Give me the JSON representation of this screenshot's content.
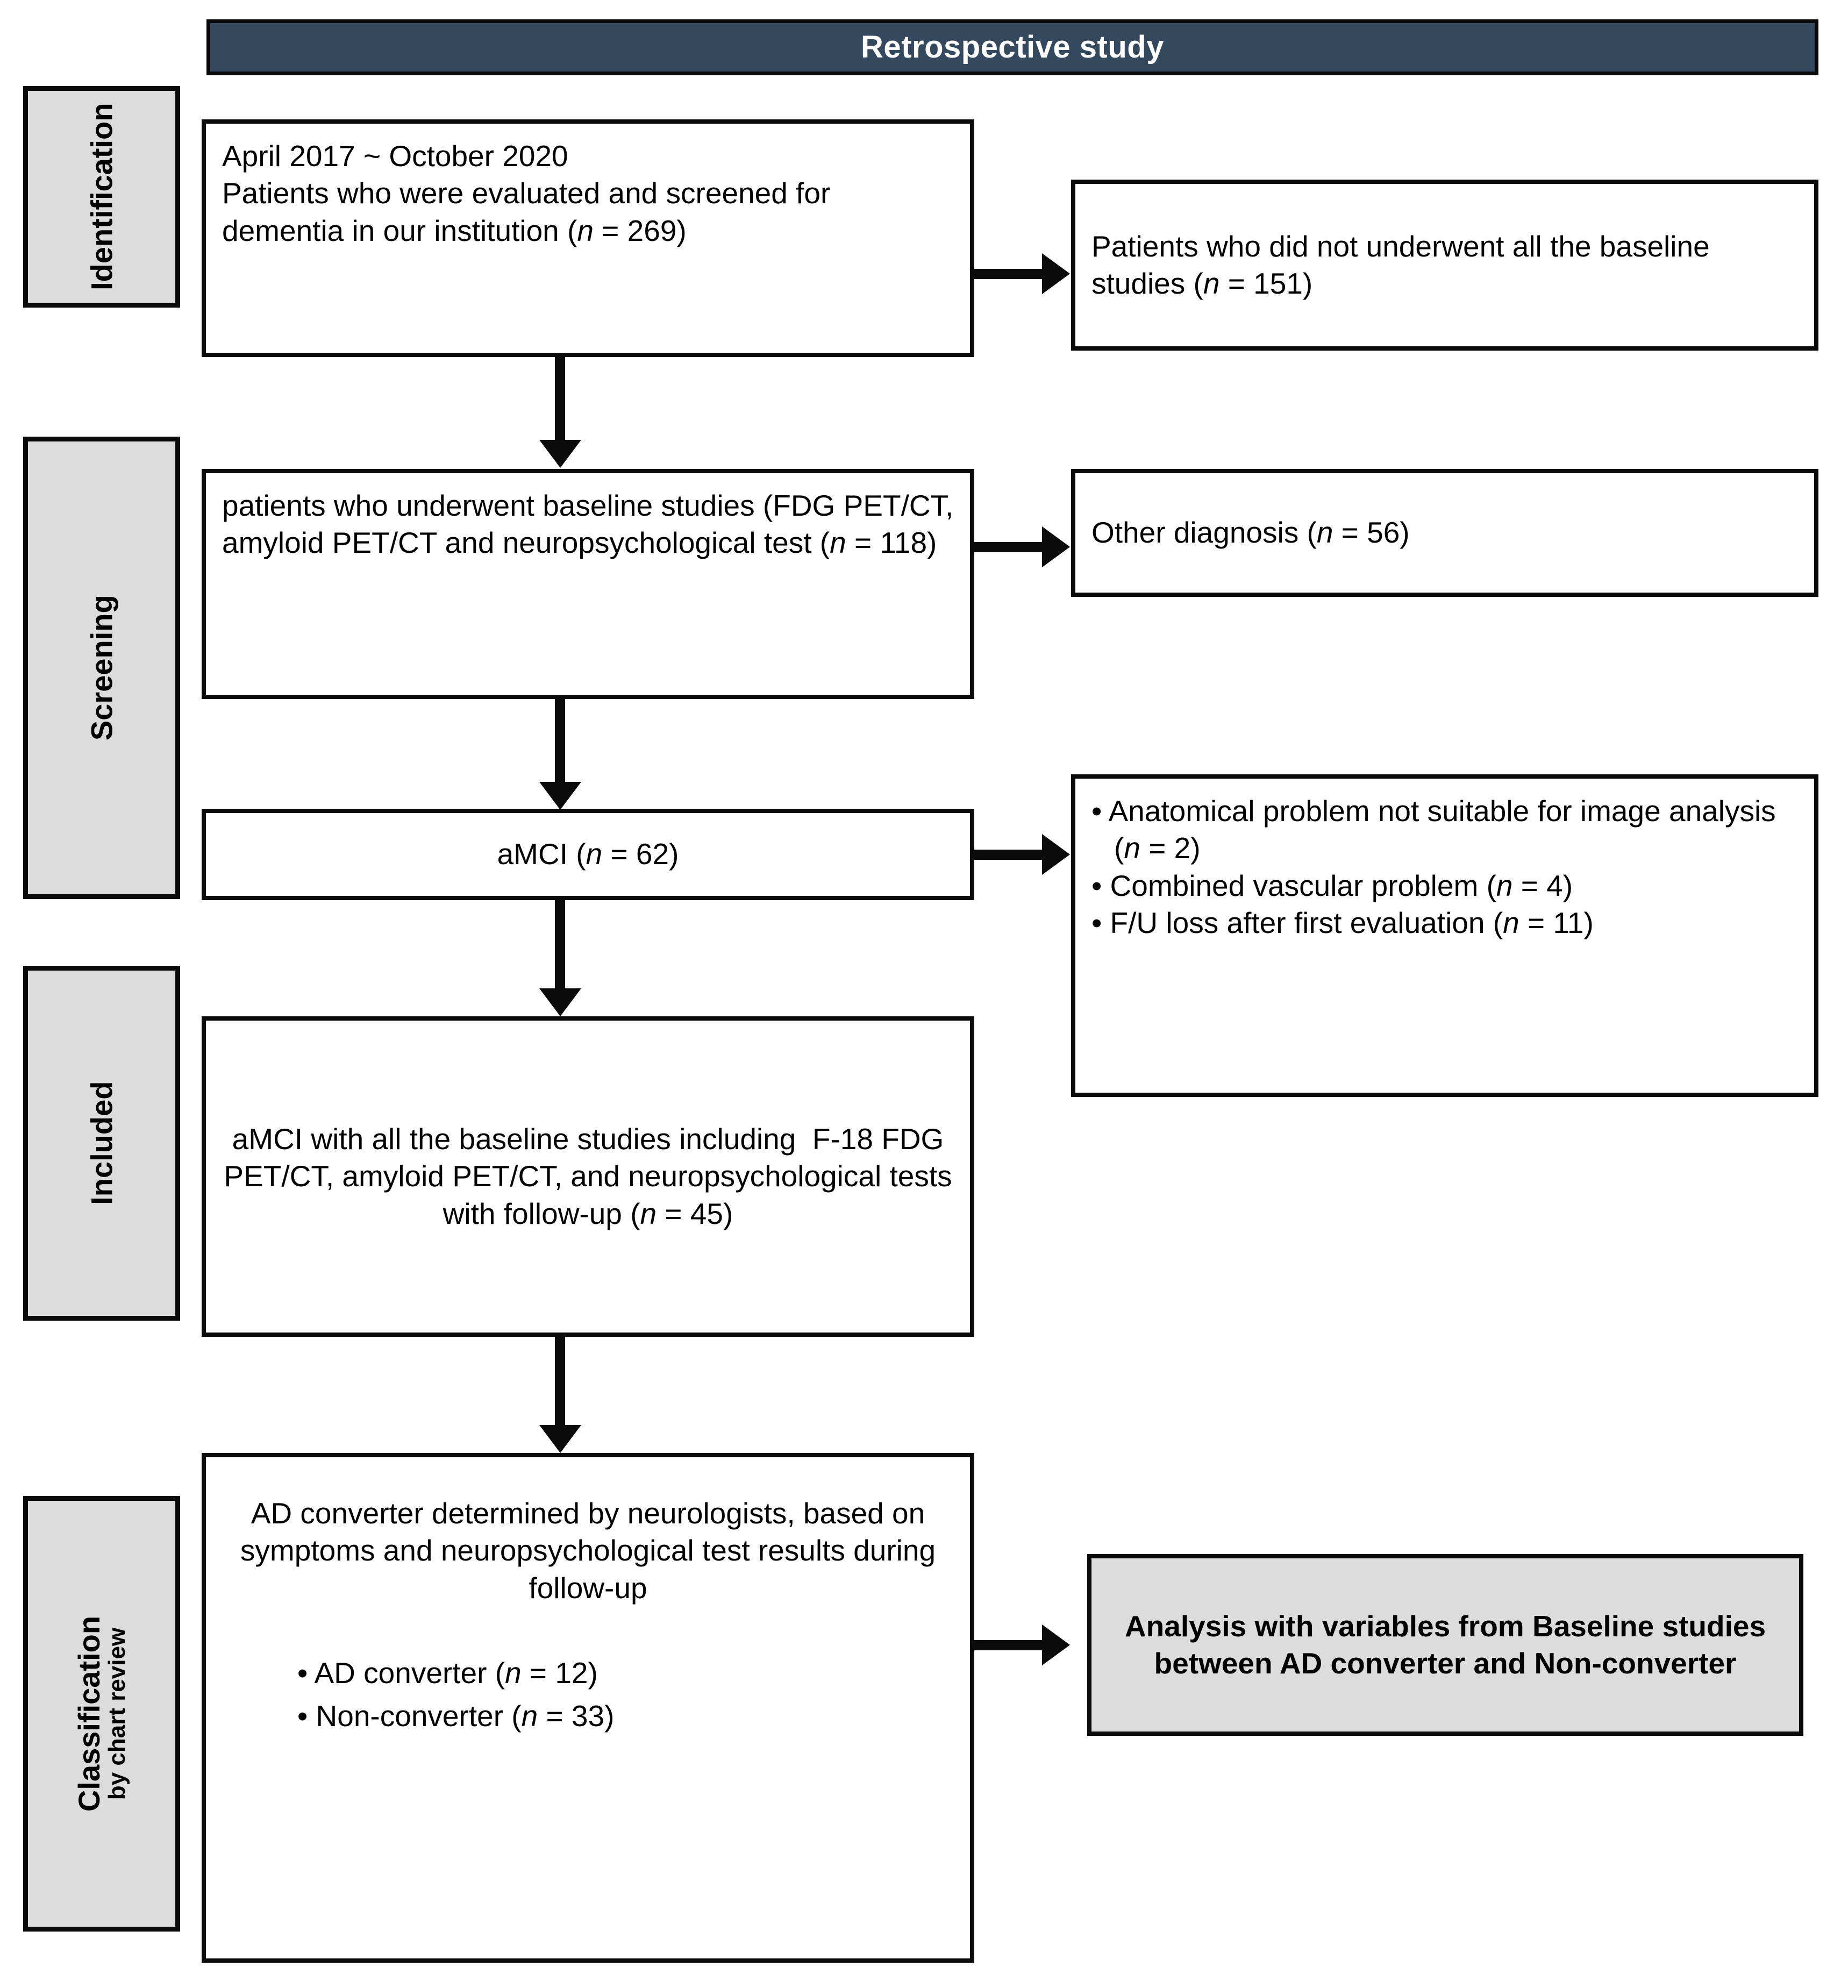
{
  "header": {
    "title": "Retrospective study",
    "background_color": "#35495e",
    "text_color": "#ffffff"
  },
  "stages": [
    {
      "label": "Identification",
      "sublabel": ""
    },
    {
      "label": "Screening",
      "sublabel": ""
    },
    {
      "label": "Included",
      "sublabel": ""
    },
    {
      "label": "Classification",
      "sublabel": "by chart review"
    }
  ],
  "flow": {
    "identification_box": "April 2017 ~ October 2020\nPatients who were evaluated and screened for dementia in our institution (n = 269)",
    "excluded_baseline_box": "Patients who did not underwent all the baseline studies (n = 151)",
    "baseline_box": "patients who underwent baseline studies (FDG PET/CT,  amyloid PET/CT and neuropsychological test (n = 118)",
    "other_diagnosis_box": "Other diagnosis (n = 56)",
    "amci_box": "aMCI (n = 62)",
    "exclusion_bullets": [
      "• Anatomical problem not suitable for image analysis (n = 2)",
      "• Combined vascular problem (n = 4)",
      "• F/U loss after first evaluation (n = 11)"
    ],
    "included_box": "aMCI with all the baseline studies including  F-18 FDG PET/CT, amyloid PET/CT, and neuropsychological tests with follow-up (n = 45)",
    "classification_box": "AD converter determined by neurologists, based on symptoms and neuropsychological test results during follow-up",
    "classification_bullets": [
      "•  AD converter (n = 12)",
      "•  Non-converter (n = 33)"
    ],
    "analysis_box": "Analysis with variables from Baseline studies between AD converter and Non-converter"
  },
  "counts": {
    "screened": 269,
    "excluded_incomplete_baseline": 151,
    "underwent_baseline": 118,
    "other_diagnosis": 56,
    "amci": 62,
    "excluded_anatomical": 2,
    "excluded_vascular": 4,
    "excluded_fu_loss": 11,
    "included": 45,
    "ad_converter": 12,
    "non_converter": 33
  },
  "colors": {
    "banner": "#35495e",
    "shaded_box": "#dcdcdc",
    "border": "#0a0a0a",
    "page": "#ffffff"
  }
}
